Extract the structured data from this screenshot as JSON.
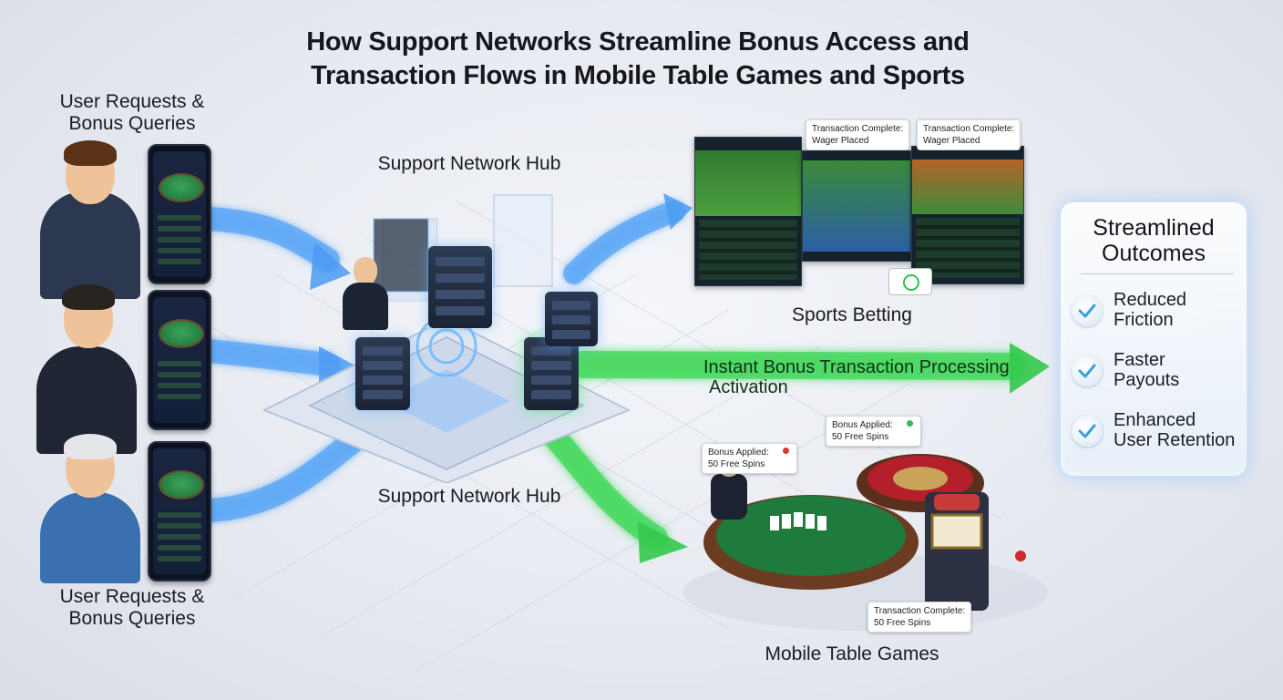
{
  "title": {
    "line1": "How Support Networks Streamline Bonus Access and",
    "line2": "Transaction Flows in Mobile Table Games and Sports"
  },
  "users": {
    "label_top": "User Requests &",
    "label_top2": "Bonus Queries",
    "label_bottom": "User Requests &",
    "label_bottom2": "Bonus Queries"
  },
  "hub": {
    "label_top": "Support Network Hub",
    "label_bottom": "Support Network Hub"
  },
  "sports": {
    "label": "Sports Betting",
    "callout1_line1": "Transaction Complete:",
    "callout1_line2": "Wager Placed",
    "callout2_line1": "Transaction Complete:",
    "callout2_line2": "Wager Placed"
  },
  "processing": {
    "line1": "Instant Bonus Transaction Processing",
    "line2": "Activation"
  },
  "tables": {
    "label": "Mobile Table Games",
    "callout_left_line1": "Bonus Applied:",
    "callout_left_line2": "50 Free Spins",
    "callout_right_line1": "Bonus Applied:",
    "callout_right_line2": "50 Free Spins",
    "callout_bottom_line1": "Transaction Complete:",
    "callout_bottom_line2": "50 Free Spins"
  },
  "outcomes": {
    "title_line1": "Streamlined",
    "title_line2": "Outcomes",
    "items": [
      {
        "line1": "Reduced",
        "line2": "Friction",
        "icon": "check-icon"
      },
      {
        "line1": "Faster",
        "line2": "Payouts",
        "icon": "check-icon"
      },
      {
        "line1": "Enhanced",
        "line2": "User Retention",
        "icon": "check-icon"
      }
    ]
  },
  "colors": {
    "blue_flow": "#3b8ff0",
    "green_flow": "#2fd04a",
    "check": "#3aa0d8",
    "felt": "#1f7a3d"
  }
}
